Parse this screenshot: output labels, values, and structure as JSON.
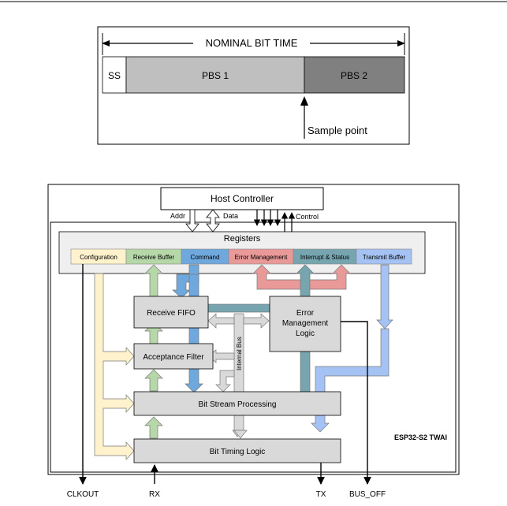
{
  "timing_diagram": {
    "title": "NOMINAL BIT TIME",
    "segments": [
      {
        "label": "SS",
        "fill": "#ffffff"
      },
      {
        "label": "PBS 1",
        "fill": "#bfbfbf"
      },
      {
        "label": "PBS 2",
        "fill": "#808080"
      }
    ],
    "sample_point_label": "Sample point"
  },
  "block_diagram": {
    "host_controller": "Host Controller",
    "bus_labels": {
      "addr": "Addr",
      "data": "Data",
      "control": "Control"
    },
    "registers_title": "Registers",
    "registers": [
      {
        "label": "Configuration",
        "color": "#fff2cc"
      },
      {
        "label": "Receive Buffer",
        "color": "#b6d7a8"
      },
      {
        "label": "Command",
        "color": "#6fa8dc"
      },
      {
        "label": "Error Management",
        "color": "#ea9999"
      },
      {
        "label": "Interrupt & Status",
        "color": "#76a5af"
      },
      {
        "label": "Transmit Buffer",
        "color": "#a4c2f4"
      }
    ],
    "receive_fifo": "Receive FIFO",
    "error_logic": [
      "Error",
      "Management",
      "Logic"
    ],
    "acceptance_filter": "Acceptance Filter",
    "internal_bus": "Internal Bus",
    "bit_stream": "Bit Stream Processing",
    "bit_timing": "Bit Timing Logic",
    "chip_label": "ESP32-S2 TWAI",
    "pins": {
      "clkout": "CLKOUT",
      "rx": "RX",
      "tx": "TX",
      "bus_off": "BUS_OFF"
    }
  },
  "colors": {
    "config": "#fff2cc",
    "receive": "#b6d7a8",
    "command": "#6fa8dc",
    "error": "#ea9999",
    "interrupt": "#76a5af",
    "transmit": "#a4c2f4",
    "internal_bus": "#d9d9d9",
    "block": "#d9d9d9",
    "panel": "#efefef"
  }
}
